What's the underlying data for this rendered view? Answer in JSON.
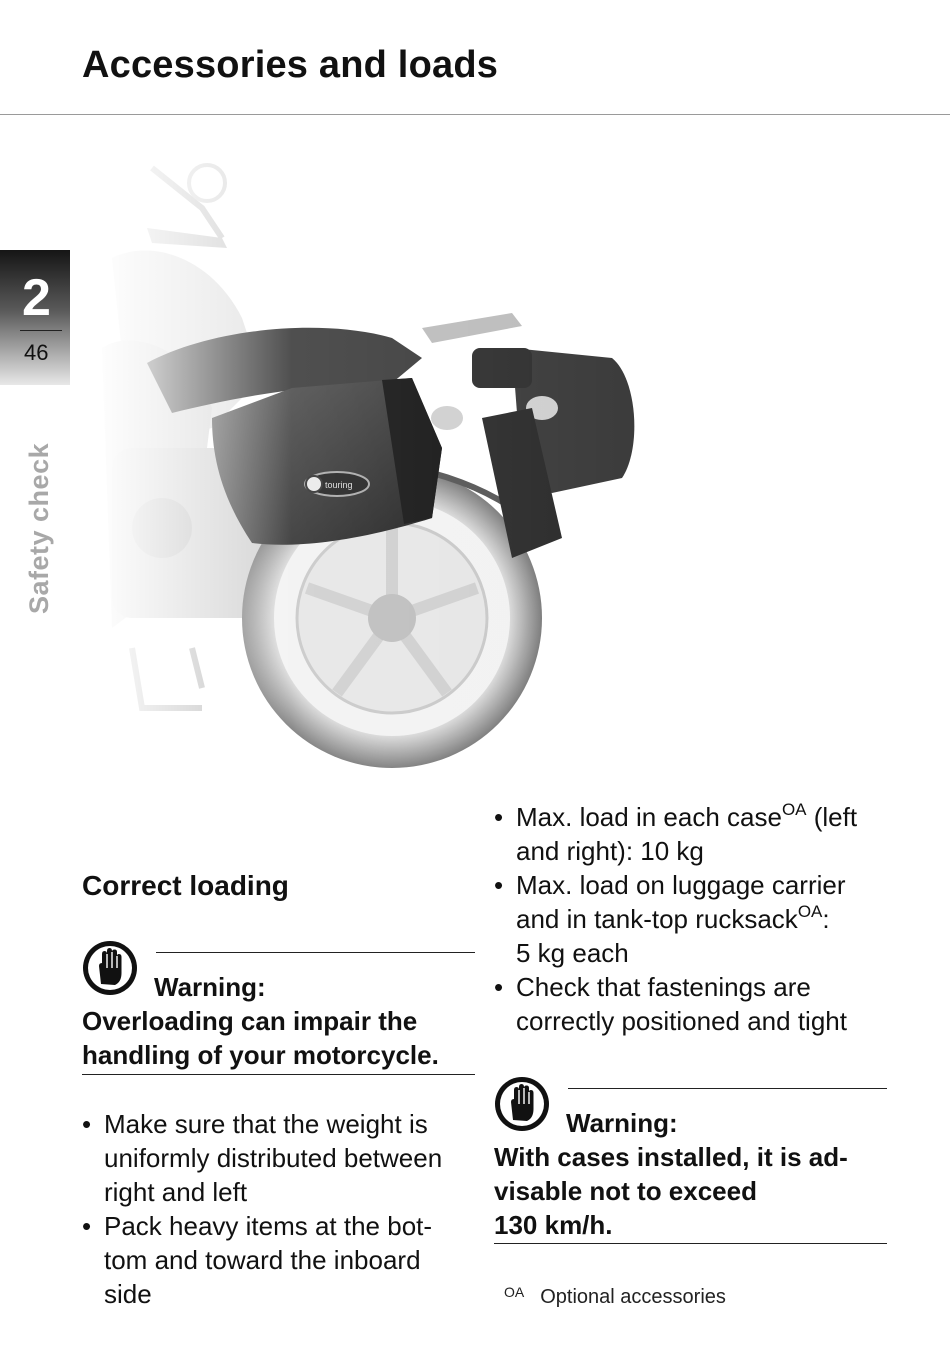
{
  "header": {
    "title": "Accessories and loads"
  },
  "chapter": {
    "number": "2",
    "page_number": "46",
    "side_label": "Safety check"
  },
  "figure": {
    "case_badge": "touring"
  },
  "section": {
    "heading": "Correct loading"
  },
  "warning_left": {
    "label": "Warning:",
    "text_line1": "Overloading can impair the",
    "text_line2": "handling of your motorcycle."
  },
  "bullets_left": [
    {
      "line1": "Make sure that the weight is",
      "line2": "uniformly distributed between",
      "line3": "right and left"
    },
    {
      "line1": "Pack heavy items at the bot-",
      "line2": "tom and toward the inboard",
      "line3": "side"
    }
  ],
  "bullets_right": [
    {
      "line1a": "Max. load in each case",
      "line1_sup": "OA",
      "line1b": " (left",
      "line2": "and right): 10 kg"
    },
    {
      "line1": "Max. load on luggage carrier",
      "line2a": "and in tank-top rucksack",
      "line2_sup": "OA",
      "line2b": ":",
      "line3": "5 kg each"
    },
    {
      "line1": "Check that fastenings are",
      "line2": "correctly positioned and tight"
    }
  ],
  "warning_right": {
    "label": "Warning:",
    "text_line1": "With cases installed, it is ad-",
    "text_line2": "visable not to exceed",
    "text_line3": "130 km/h."
  },
  "footnote": {
    "mark": "OA",
    "text": "Optional accessories"
  }
}
